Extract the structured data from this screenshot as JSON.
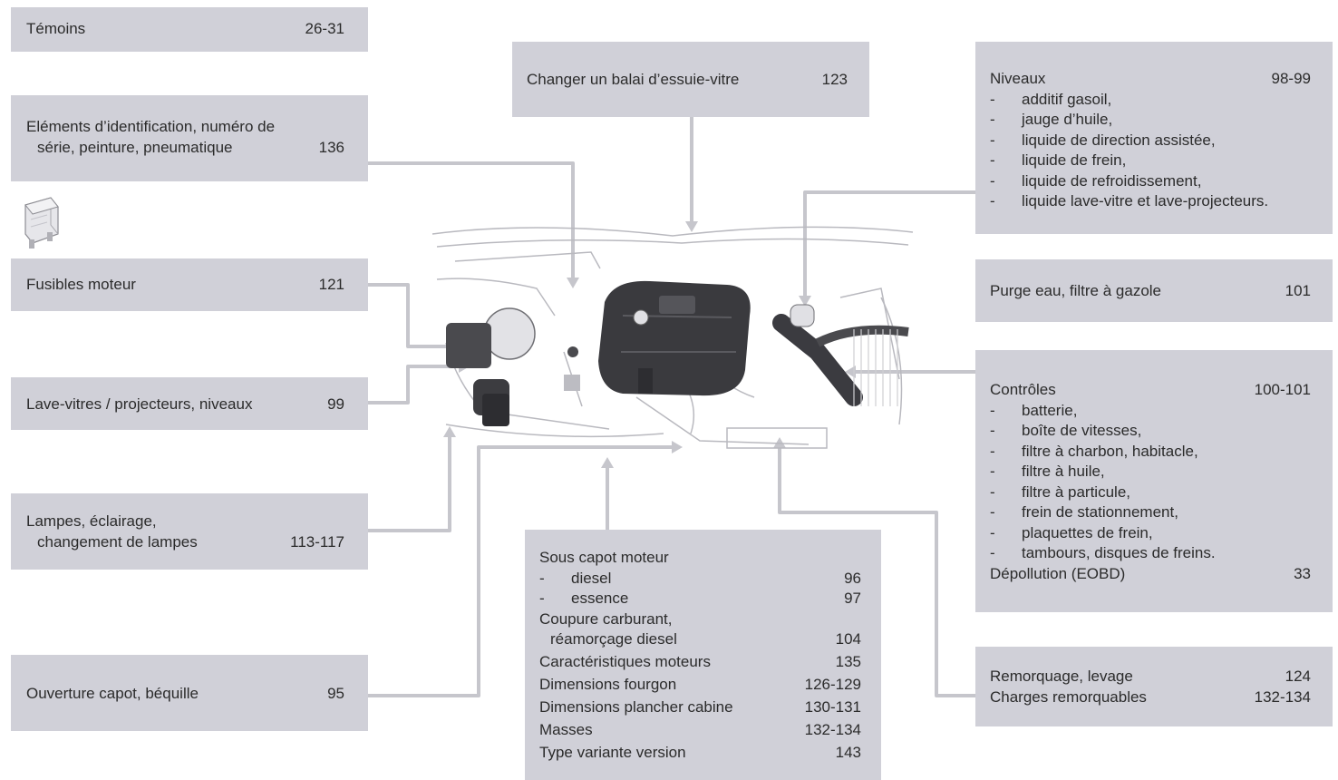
{
  "temoins": {
    "label": "Témoins",
    "page": "26-31"
  },
  "identification": {
    "line1": "Eléments d’identification, numéro de",
    "line2": "série, peinture, pneumatique",
    "page": "136"
  },
  "fusibles": {
    "label": "Fusibles moteur",
    "page": "121"
  },
  "lave_vitres": {
    "label": "Lave-vitres / projecteurs, niveaux",
    "page": "99"
  },
  "lampes": {
    "line1": "Lampes, éclairage,",
    "line2": "changement de lampes",
    "page": "113-117"
  },
  "ouverture": {
    "label": "Ouverture capot, béquille",
    "page": "95"
  },
  "balai": {
    "label": "Changer un balai d’essuie-vitre",
    "page": "123"
  },
  "niveaux": {
    "title": "Niveaux",
    "page": "98-99",
    "items": [
      "additif gasoil,",
      "jauge d’huile,",
      "liquide de direction assistée,",
      "liquide de frein,",
      "liquide de refroidissement,",
      "liquide lave-vitre et lave-projecteurs."
    ]
  },
  "purge": {
    "label": "Purge eau, filtre à gazole",
    "page": "101"
  },
  "controles": {
    "title": "Contrôles",
    "page": "100-101",
    "items": [
      "batterie,",
      "boîte de vitesses,",
      "filtre à charbon, habitacle,",
      "filtre à huile,",
      "filtre à particule,",
      "frein de stationnement,",
      "plaquettes de frein,",
      "tambours, disques de freins."
    ],
    "depollution": {
      "label": "Dépollution (EOBD)",
      "page": "33"
    }
  },
  "remorquage": {
    "rows": [
      {
        "label": "Remorquage, levage",
        "page": "124"
      },
      {
        "label": "Charges remorquables",
        "page": "132-134"
      }
    ]
  },
  "sous_capot": {
    "title": "Sous capot moteur",
    "diesel": {
      "label": "diesel",
      "page": "96"
    },
    "essence": {
      "label": "essence",
      "page": "97"
    },
    "coupure_line1": "Coupure carburant,",
    "coupure_line2": "réamorçage diesel",
    "coupure_page": "104",
    "rows": [
      {
        "label": "Caractéristiques moteurs",
        "page": "135"
      },
      {
        "label": "Dimensions fourgon",
        "page": "126-129"
      },
      {
        "label": "Dimensions plancher cabine",
        "page": "130-131"
      },
      {
        "label": "Masses",
        "page": "132-134"
      },
      {
        "label": "Type variante version",
        "page": "143"
      }
    ]
  },
  "dash": "-",
  "colors": {
    "box": "#d0d0d8",
    "leader": "#c6c6cc",
    "text": "#2b2b2b"
  },
  "icons": {
    "fuse": "fuse-icon",
    "engine": "engine-bay-illustration"
  }
}
